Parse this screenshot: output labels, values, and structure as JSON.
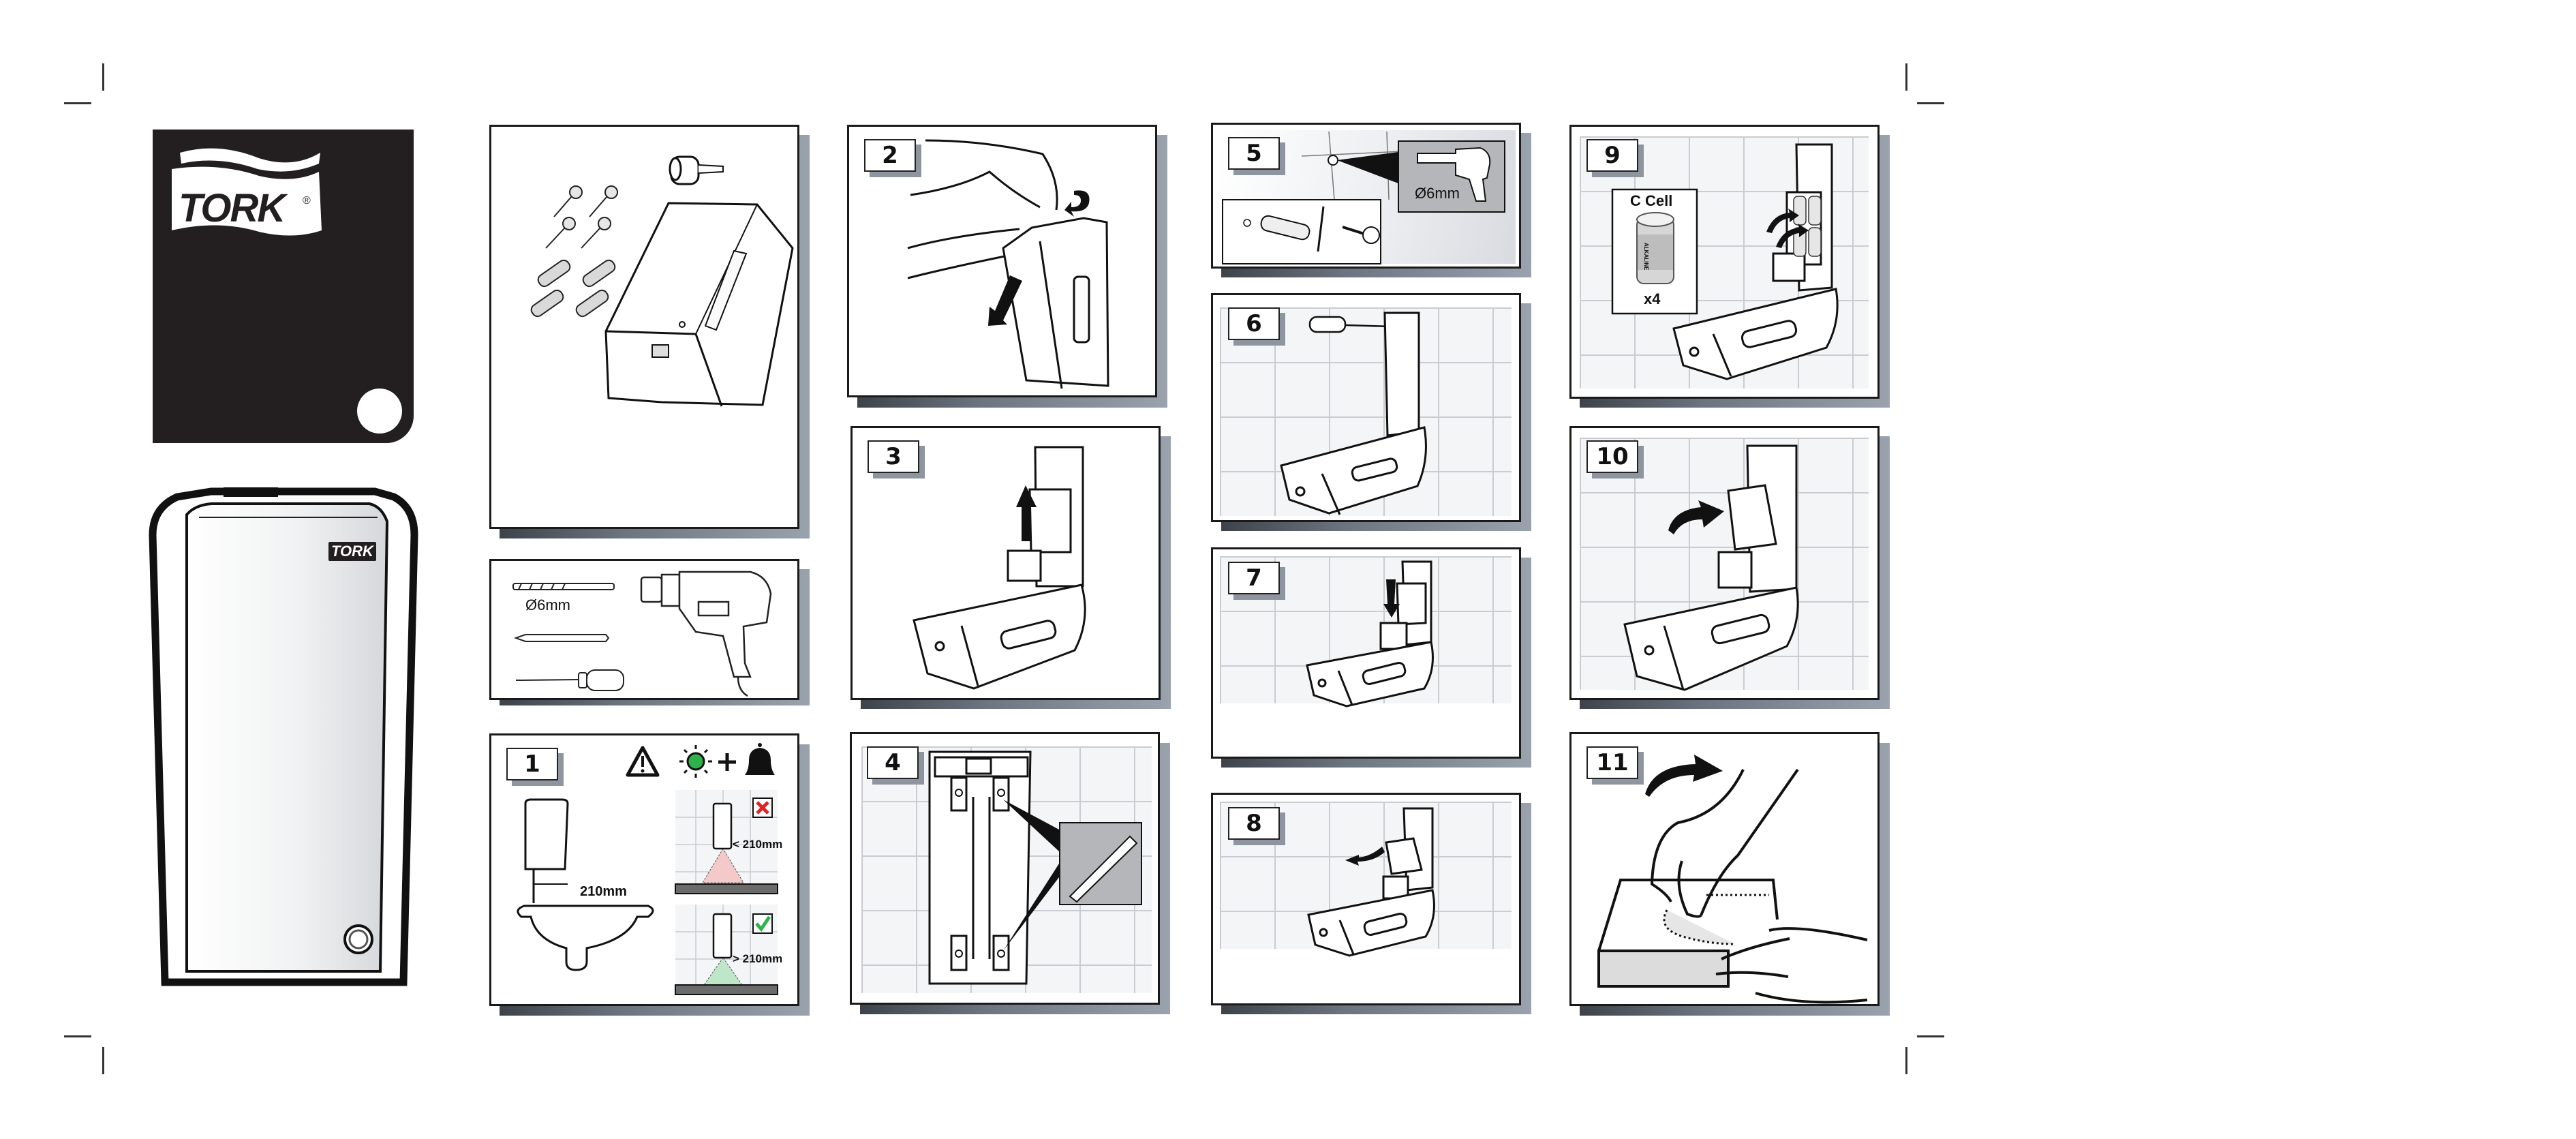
{
  "document": {
    "brand": "TORK",
    "registered_mark": "®",
    "type": "installation-instructions",
    "product": "sensor air freshener dispenser"
  },
  "cover": {
    "brand_logo_text": "TORK",
    "background_color": "#231f20",
    "front_logo_text": "TORK"
  },
  "contents_panel": {
    "items": [
      "screws x4",
      "wall plugs x4",
      "key",
      "dispenser"
    ]
  },
  "tools_panel": {
    "drill_bit_label": "Ø6mm",
    "tools": [
      "drill bit",
      "pencil",
      "screwdriver",
      "electric drill"
    ]
  },
  "steps": [
    {
      "number": "1",
      "labels": {
        "distance": "210mm",
        "too_close": "< 210mm",
        "ok": "> 210mm"
      },
      "icons": [
        "warning-icon",
        "green-light-icon",
        "plus",
        "bell-icon",
        "cross-icon",
        "check-icon"
      ],
      "status_colors": {
        "green": "#2fb24a",
        "red": "#e02424"
      }
    },
    {
      "number": "2"
    },
    {
      "number": "3"
    },
    {
      "number": "4"
    },
    {
      "number": "5",
      "labels": {
        "drill_size": "Ø6mm"
      }
    },
    {
      "number": "6"
    },
    {
      "number": "7"
    },
    {
      "number": "8"
    },
    {
      "number": "9",
      "labels": {
        "battery_type": "C Cell",
        "battery_brand": "ALKALINE",
        "quantity": "x4"
      }
    },
    {
      "number": "10"
    },
    {
      "number": "11"
    }
  ]
}
